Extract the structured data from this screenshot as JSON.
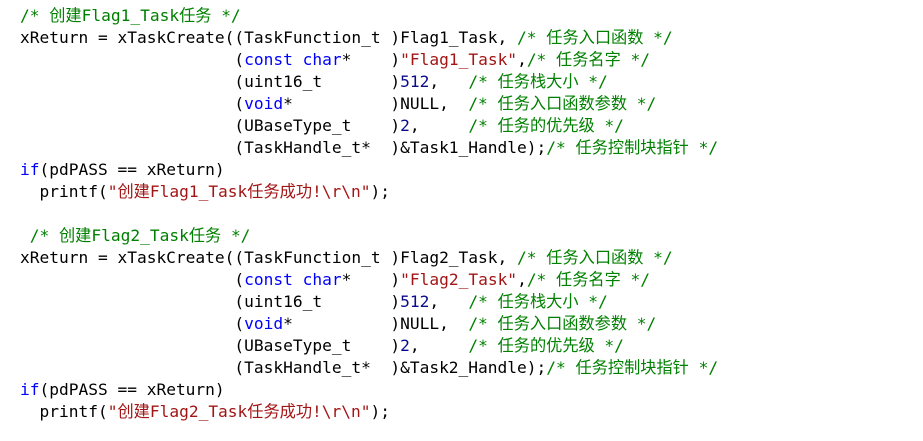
{
  "code_lines": [
    [
      {
        "t": "/* 创建Flag1_Task任务 */",
        "c": "cm"
      }
    ],
    [
      {
        "t": "xReturn = xTaskCreate((TaskFunction_t )Flag1_Task, ",
        "c": "pl"
      },
      {
        "t": "/* 任务入口函数 */",
        "c": "cm"
      }
    ],
    [
      {
        "t": "                      (",
        "c": "pl"
      },
      {
        "t": "const",
        "c": "kw"
      },
      {
        "t": " ",
        "c": "pl"
      },
      {
        "t": "char",
        "c": "kw"
      },
      {
        "t": "*    )",
        "c": "pl"
      },
      {
        "t": "\"Flag1_Task\"",
        "c": "st"
      },
      {
        "t": ",",
        "c": "pl"
      },
      {
        "t": "/* 任务名字 */",
        "c": "cm"
      }
    ],
    [
      {
        "t": "                      (uint16_t       )",
        "c": "pl"
      },
      {
        "t": "512",
        "c": "num"
      },
      {
        "t": ",   ",
        "c": "pl"
      },
      {
        "t": "/* 任务栈大小 */",
        "c": "cm"
      }
    ],
    [
      {
        "t": "                      (",
        "c": "pl"
      },
      {
        "t": "void",
        "c": "kw"
      },
      {
        "t": "*          )NULL,  ",
        "c": "pl"
      },
      {
        "t": "/* 任务入口函数参数 */",
        "c": "cm"
      }
    ],
    [
      {
        "t": "                      (UBaseType_t    )",
        "c": "pl"
      },
      {
        "t": "2",
        "c": "num"
      },
      {
        "t": ",     ",
        "c": "pl"
      },
      {
        "t": "/* 任务的优先级 */",
        "c": "cm"
      }
    ],
    [
      {
        "t": "                      (TaskHandle_t*  )&Task1_Handle);",
        "c": "pl"
      },
      {
        "t": "/* 任务控制块指针 */",
        "c": "cm"
      }
    ],
    [
      {
        "t": "if",
        "c": "kw"
      },
      {
        "t": "(pdPASS == xReturn)",
        "c": "pl"
      }
    ],
    [
      {
        "t": "  printf(",
        "c": "pl"
      },
      {
        "t": "\"创建Flag1_Task任务成功!\\r\\n\"",
        "c": "st"
      },
      {
        "t": ");",
        "c": "pl"
      }
    ],
    [
      {
        "t": "",
        "c": "pl"
      }
    ],
    [
      {
        "t": " ",
        "c": "pl"
      },
      {
        "t": "/* 创建Flag2_Task任务 */",
        "c": "cm"
      }
    ],
    [
      {
        "t": "xReturn = xTaskCreate((TaskFunction_t )Flag2_Task, ",
        "c": "pl"
      },
      {
        "t": "/* 任务入口函数 */",
        "c": "cm"
      }
    ],
    [
      {
        "t": "                      (",
        "c": "pl"
      },
      {
        "t": "const",
        "c": "kw"
      },
      {
        "t": " ",
        "c": "pl"
      },
      {
        "t": "char",
        "c": "kw"
      },
      {
        "t": "*    )",
        "c": "pl"
      },
      {
        "t": "\"Flag2_Task\"",
        "c": "st"
      },
      {
        "t": ",",
        "c": "pl"
      },
      {
        "t": "/* 任务名字 */",
        "c": "cm"
      }
    ],
    [
      {
        "t": "                      (uint16_t       )",
        "c": "pl"
      },
      {
        "t": "512",
        "c": "num"
      },
      {
        "t": ",   ",
        "c": "pl"
      },
      {
        "t": "/* 任务栈大小 */",
        "c": "cm"
      }
    ],
    [
      {
        "t": "                      (",
        "c": "pl"
      },
      {
        "t": "void",
        "c": "kw"
      },
      {
        "t": "*          )NULL,  ",
        "c": "pl"
      },
      {
        "t": "/* 任务入口函数参数 */",
        "c": "cm"
      }
    ],
    [
      {
        "t": "                      (UBaseType_t    )",
        "c": "pl"
      },
      {
        "t": "2",
        "c": "num"
      },
      {
        "t": ",     ",
        "c": "pl"
      },
      {
        "t": "/* 任务的优先级 */",
        "c": "cm"
      }
    ],
    [
      {
        "t": "                      (TaskHandle_t*  )&Task2_Handle);",
        "c": "pl"
      },
      {
        "t": "/* 任务控制块指针 */",
        "c": "cm"
      }
    ],
    [
      {
        "t": "if",
        "c": "kw"
      },
      {
        "t": "(pdPASS == xReturn)",
        "c": "pl"
      }
    ],
    [
      {
        "t": "  printf(",
        "c": "pl"
      },
      {
        "t": "\"创建Flag2_Task任务成功!\\r\\n\"",
        "c": "st"
      },
      {
        "t": ");",
        "c": "pl"
      }
    ]
  ],
  "colors": {
    "keyword": "#0000ff",
    "comment": "#008000",
    "string": "#a31515",
    "number": "#0a0a8c",
    "plain": "#000000",
    "background": "#ffffff"
  }
}
